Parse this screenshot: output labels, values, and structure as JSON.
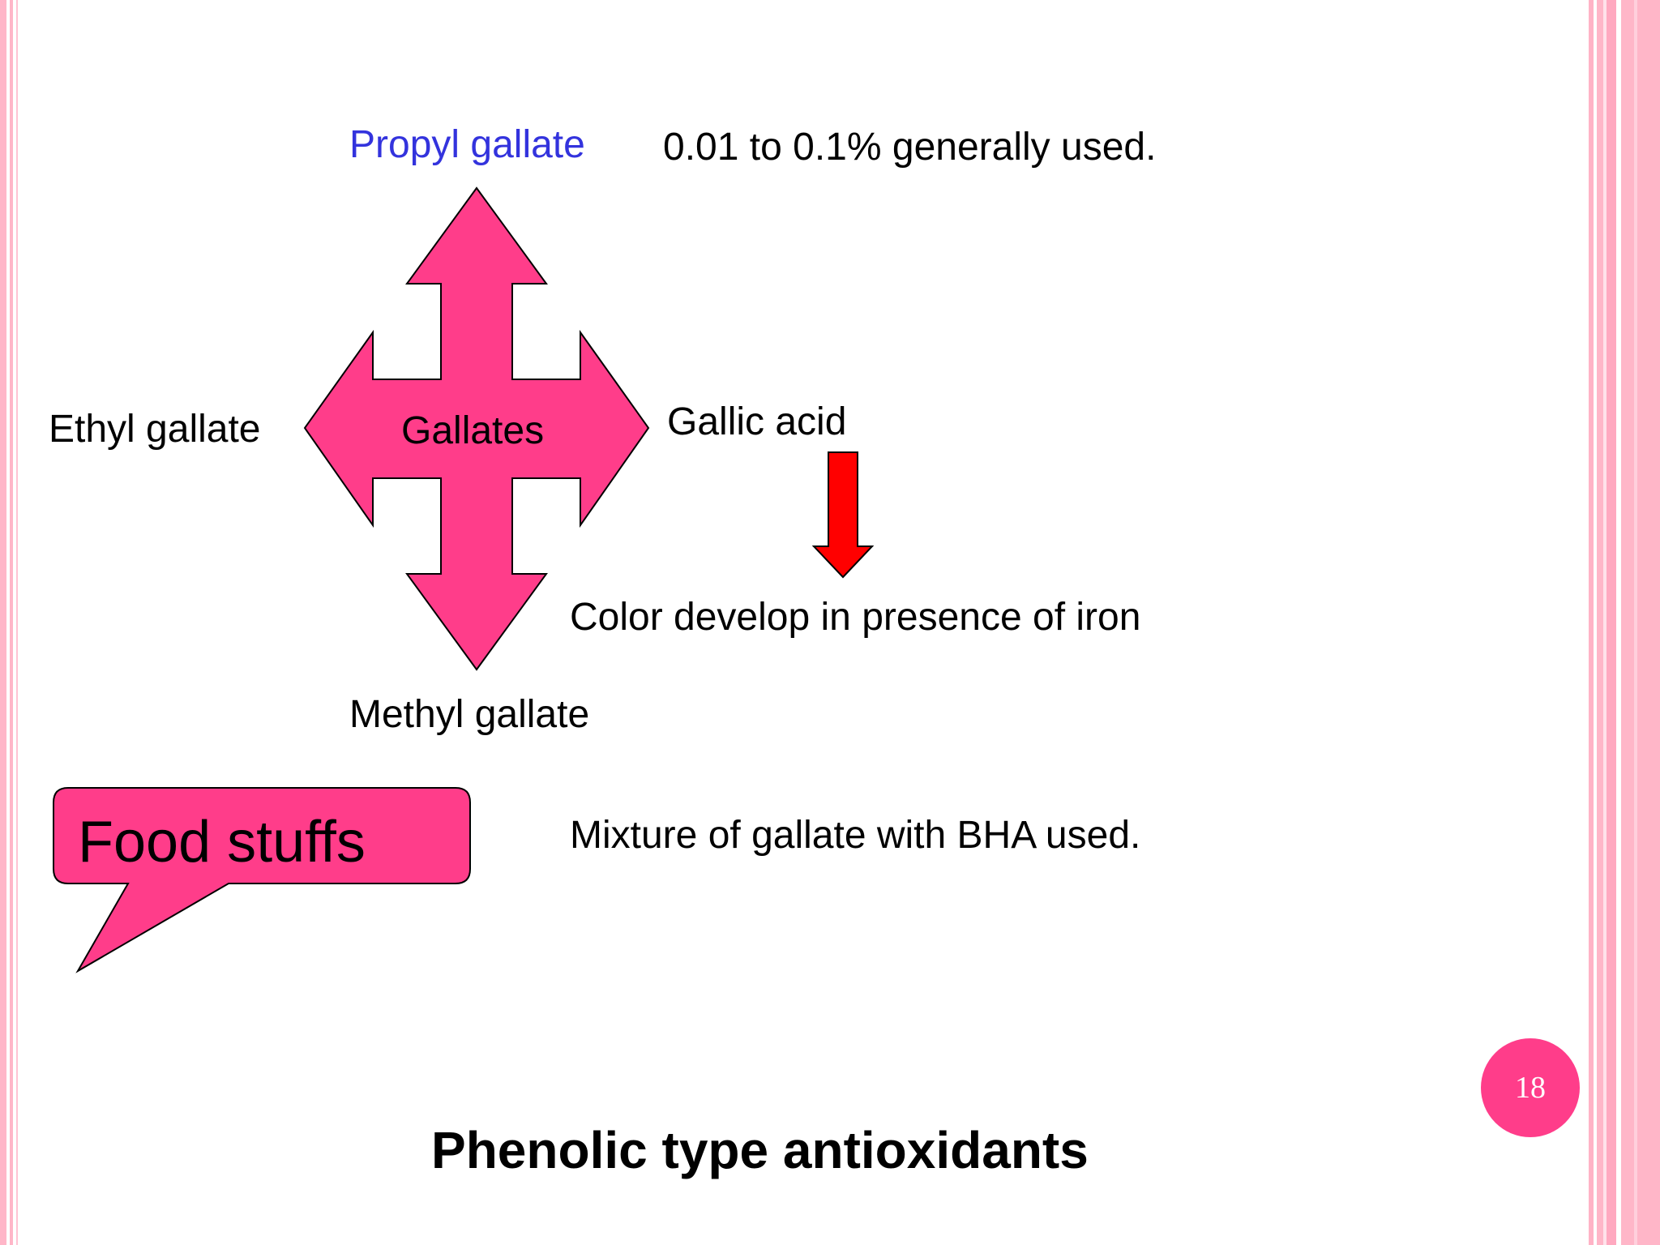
{
  "slide": {
    "top_label": "Propyl gallate",
    "top_note": "0.01 to 0.1% generally used.",
    "left_label": "Ethyl gallate",
    "center_label": "Gallates",
    "right_label": "Gallic acid",
    "color_note": "Color develop in presence of iron",
    "bottom_label": "Methyl gallate",
    "callout_label": "Food stuffs",
    "callout_note": "Mixture of gallate with BHA used.",
    "title": "Phenolic type antioxidants",
    "page_number": "18"
  },
  "colors": {
    "arrow_fill": "#ff3d8a",
    "red_arrow": "#ff0000",
    "accent_text": "#3333dd",
    "badge": "#ff3d8a",
    "border_pink": "#ffb6c8"
  },
  "icons": {
    "quad_arrow": "four-way-arrow-icon",
    "down_arrow": "down-arrow-icon",
    "callout": "speech-bubble-icon"
  }
}
